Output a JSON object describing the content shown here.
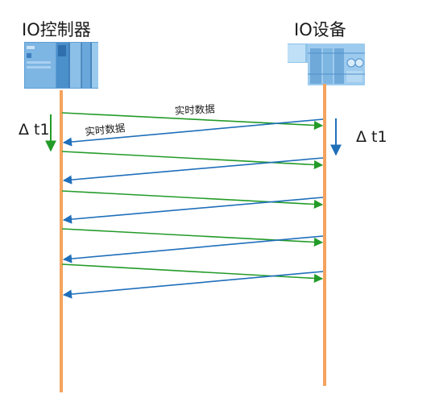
{
  "controller": {
    "title": "IO控制器"
  },
  "device": {
    "title": "IO设备"
  },
  "labels": {
    "data_out": "实时数据",
    "data_in": "实时数据",
    "delta_left": "Δ t1",
    "delta_right": "Δ t1"
  },
  "colors": {
    "lifeline": "#f4a35e",
    "request": "#239b28",
    "response": "#1f6fba",
    "device_blue": "#7cb6e2"
  }
}
